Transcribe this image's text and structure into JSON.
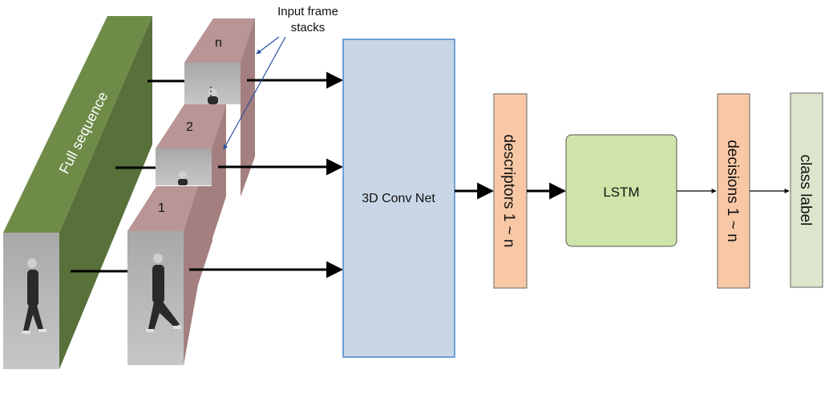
{
  "diagram": {
    "full_sequence_label": "Full sequence",
    "stack_labels": [
      "n",
      "2",
      "1"
    ],
    "stacks_annotation": [
      "Input frame",
      "stacks"
    ],
    "dots_label": "⋮",
    "conv_net_label": "3D Conv Net",
    "descriptors_label": "descriptors 1 ~ n",
    "lstm_label": "LSTM",
    "decisions_label": "decisions 1 ~ n",
    "class_label": "class label"
  },
  "colors": {
    "green_front": "#6e8c48",
    "green_side": "#58703a",
    "stack_face": "#b99595",
    "stack_side": "#a47f7f",
    "conv_fill": "#c9d6e6",
    "conv_stroke": "#4a86c8",
    "orange_fill": "#f8c8a6",
    "lstm_fill": "#cfe4a8",
    "class_fill": "#dbe6cc"
  }
}
